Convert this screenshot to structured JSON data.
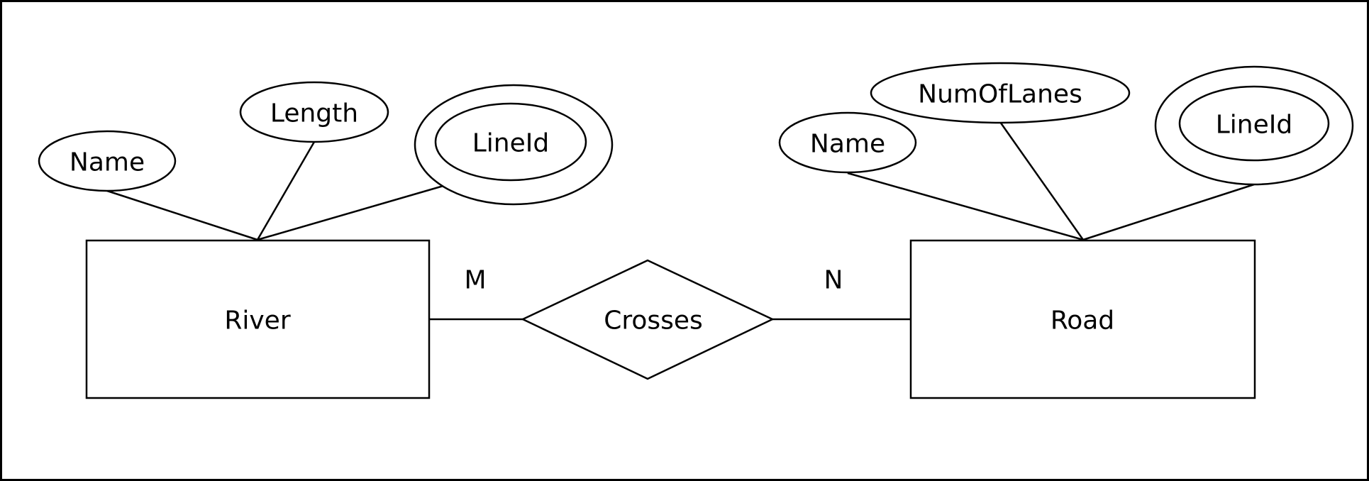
{
  "entities": {
    "river": "River",
    "road": "Road"
  },
  "relationship": {
    "name": "Crosses",
    "cardinality_left": "M",
    "cardinality_right": "N"
  },
  "attributes": {
    "river": {
      "name": "Name",
      "length": "Length",
      "lineid": "LineId"
    },
    "road": {
      "name": "Name",
      "numoflanes": "NumOfLanes",
      "lineid": "LineId"
    }
  },
  "colors": {
    "stroke": "#000000",
    "fill": "#ffffff"
  }
}
